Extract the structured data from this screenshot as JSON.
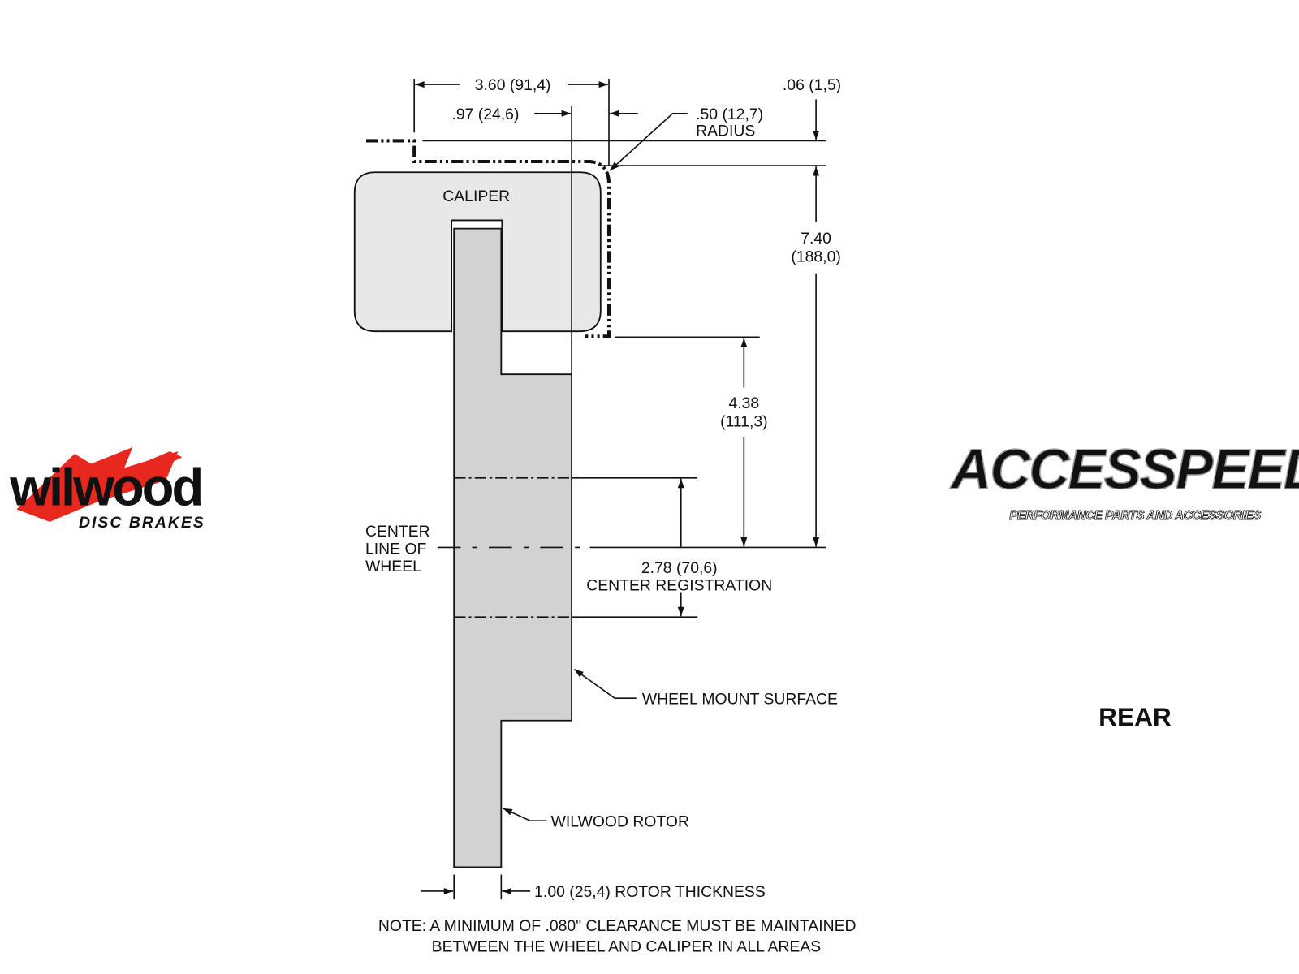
{
  "logos": {
    "wilwood": {
      "wordmark": "wilwood",
      "tagline": "DISC BRAKES",
      "accent": "#e8281e"
    },
    "accespeed": {
      "wordmark": "ACCESSPEED",
      "tagline": "PERFORMANCE PARTS AND ACCESSORIES"
    }
  },
  "view_label": "REAR",
  "parts": {
    "caliper": "CALIPER",
    "center_line": [
      "CENTER",
      "LINE OF",
      "WHEEL"
    ],
    "wheel_mount": "WHEEL MOUNT SURFACE",
    "rotor": "WILWOOD ROTOR"
  },
  "dimensions": {
    "width_overall": "3.60 (91,4)",
    "offset": ".97 (24,6)",
    "radius": ".50 (12,7)",
    "radius_label": "RADIUS",
    "top_gap": ".06 (1,5)",
    "height_overall": [
      "7.40",
      "(188,0)"
    ],
    "caliper_to_center": [
      "4.38",
      "(111,3)"
    ],
    "center_registration": "2.78 (70,6)",
    "center_registration_label": "CENTER REGISTRATION",
    "rotor_thickness": "1.00 (25,4) ROTOR THICKNESS"
  },
  "note": [
    "NOTE: A MINIMUM OF .080\" CLEARANCE MUST BE MAINTAINED",
    "BETWEEN THE WHEEL AND CALIPER IN ALL AREAS"
  ],
  "colors": {
    "caliper_fill": "#e8e8e8",
    "rotor_fill": "#d2d2d2"
  }
}
